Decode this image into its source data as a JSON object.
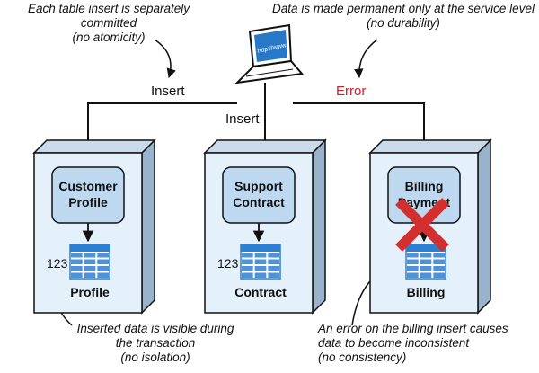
{
  "notes": {
    "atomicity": [
      "Each table insert is separately committed",
      "(no atomicity)"
    ],
    "durability": [
      "Data is made permanent only at the service level",
      "(no durability)"
    ],
    "isolation": [
      "Inserted data is visible during",
      "the transaction",
      "(no isolation)"
    ],
    "consistency": [
      "An error on the billing insert causes",
      "data to become inconsistent",
      "(no consistency)"
    ]
  },
  "laptop_screen_text": "http://www",
  "flow_labels": {
    "left": "Insert",
    "middle": "Insert",
    "right": "Error"
  },
  "services": [
    {
      "module_lines": [
        "Customer",
        "Profile"
      ],
      "table_label": "Profile",
      "row_number": "123",
      "failed": false
    },
    {
      "module_lines": [
        "Support",
        "Contract"
      ],
      "table_label": "Contract",
      "row_number": "123",
      "failed": false
    },
    {
      "module_lines": [
        "Billing",
        "Payment"
      ],
      "table_label": "Billing",
      "row_number": "",
      "failed": true
    }
  ],
  "colors": {
    "service_fill": "#e4f0fa",
    "service_side": "#9ab3cc",
    "module_fill": "#bdd8ef",
    "table_blue": "#2f7fd1",
    "error_red": "#d32f2f",
    "laptop_screen": "#2878c8"
  }
}
